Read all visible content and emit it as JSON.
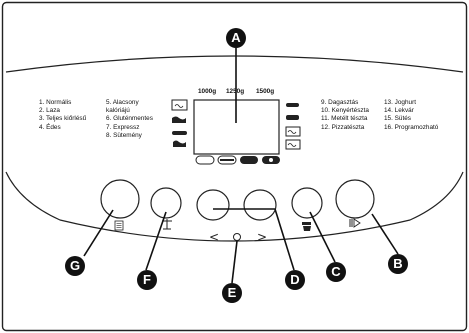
{
  "weights": [
    "1000g",
    "1250g",
    "1500g"
  ],
  "programs_col1": [
    "1.  Normális",
    "2.  Laza",
    "3.  Teljes kiőrlésű",
    "4.  Édes"
  ],
  "programs_col2": [
    "5.  Alacsony",
    "     kalóriájú",
    "6.  Gluténmentes",
    "7.  Expressz",
    "8.  Sütemény"
  ],
  "programs_col3": [
    "9.  Dagasztás",
    "10. Kenyértészta",
    "11. Metélt tészta",
    "12. Pizzatészta"
  ],
  "programs_col4": [
    "13. Joghurt",
    "14. Lekvár",
    "15. Sütés",
    "16. Programozható"
  ],
  "callouts": {
    "a": "A",
    "b": "B",
    "c": "C",
    "d": "D",
    "e": "E",
    "f": "F",
    "g": "G"
  },
  "colors": {
    "panel_border": "#222222",
    "callout_bg": "#111111",
    "background": "#ffffff"
  }
}
